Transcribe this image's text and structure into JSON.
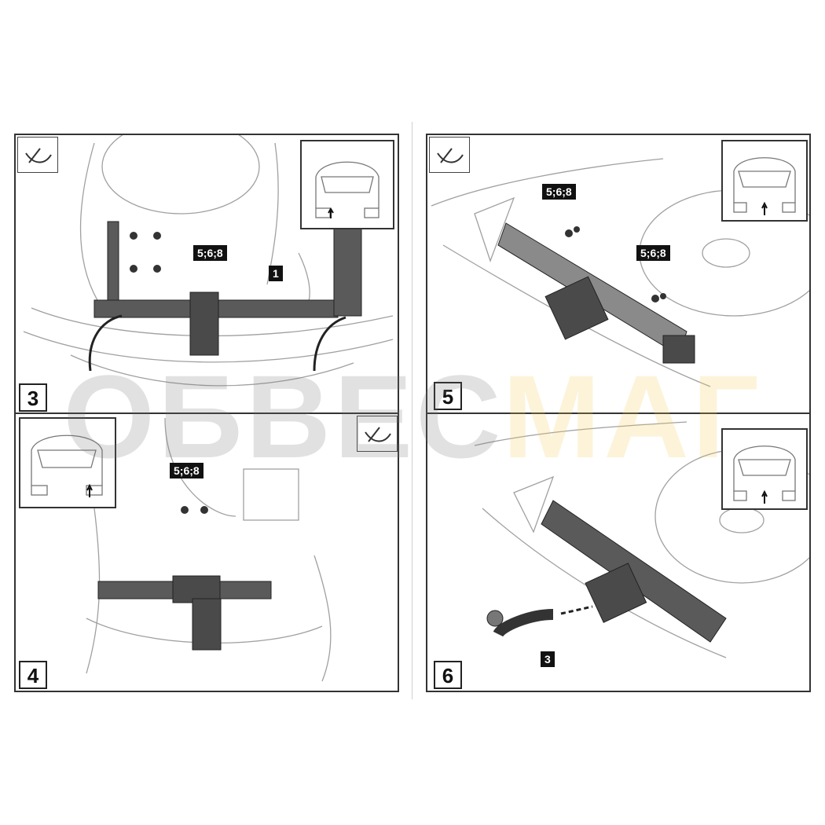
{
  "panels": [
    {
      "step": "3",
      "callouts": [
        "5;6;8",
        "1"
      ]
    },
    {
      "step": "4",
      "callouts": [
        "5;6;8"
      ]
    },
    {
      "step": "5",
      "callouts": [
        "5;6;8",
        "5;6;8"
      ]
    },
    {
      "step": "6",
      "callouts": [
        "3"
      ]
    }
  ],
  "watermark": {
    "part1": "ОБВЕС",
    "part2": "МАГ"
  },
  "colors": {
    "frame": "#333333",
    "bracket": "#5a5a5a",
    "line": "#9a9a9a",
    "watermark_gray": "#787878",
    "watermark_yellow": "#f0c850"
  }
}
